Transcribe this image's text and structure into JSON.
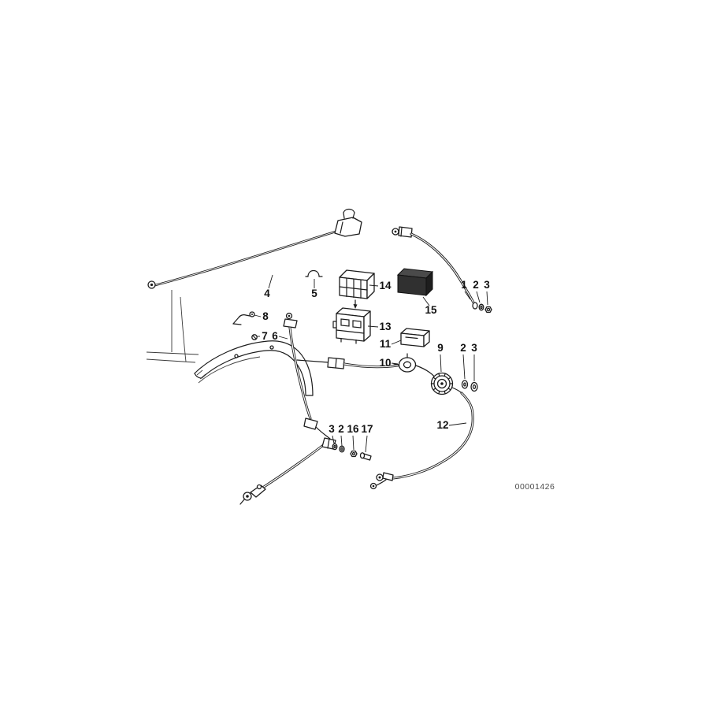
{
  "canvas": {
    "background": "#ffffff",
    "line_color": "#1c1c1c"
  },
  "diagram": {
    "drawing_number": "00001426",
    "labels": [
      {
        "text": "4"
      },
      {
        "text": "5"
      },
      {
        "text": "14"
      },
      {
        "text": "15"
      },
      {
        "text": "13"
      },
      {
        "text": "11"
      },
      {
        "text": "10"
      },
      {
        "text": "9"
      },
      {
        "text": "2"
      },
      {
        "text": "3"
      },
      {
        "text": "1"
      },
      {
        "text": "2"
      },
      {
        "text": "3"
      },
      {
        "text": "8"
      },
      {
        "text": "7"
      },
      {
        "text": "6"
      },
      {
        "text": "12"
      },
      {
        "text": "3"
      },
      {
        "text": "2"
      },
      {
        "text": "16"
      },
      {
        "text": "17"
      }
    ]
  }
}
